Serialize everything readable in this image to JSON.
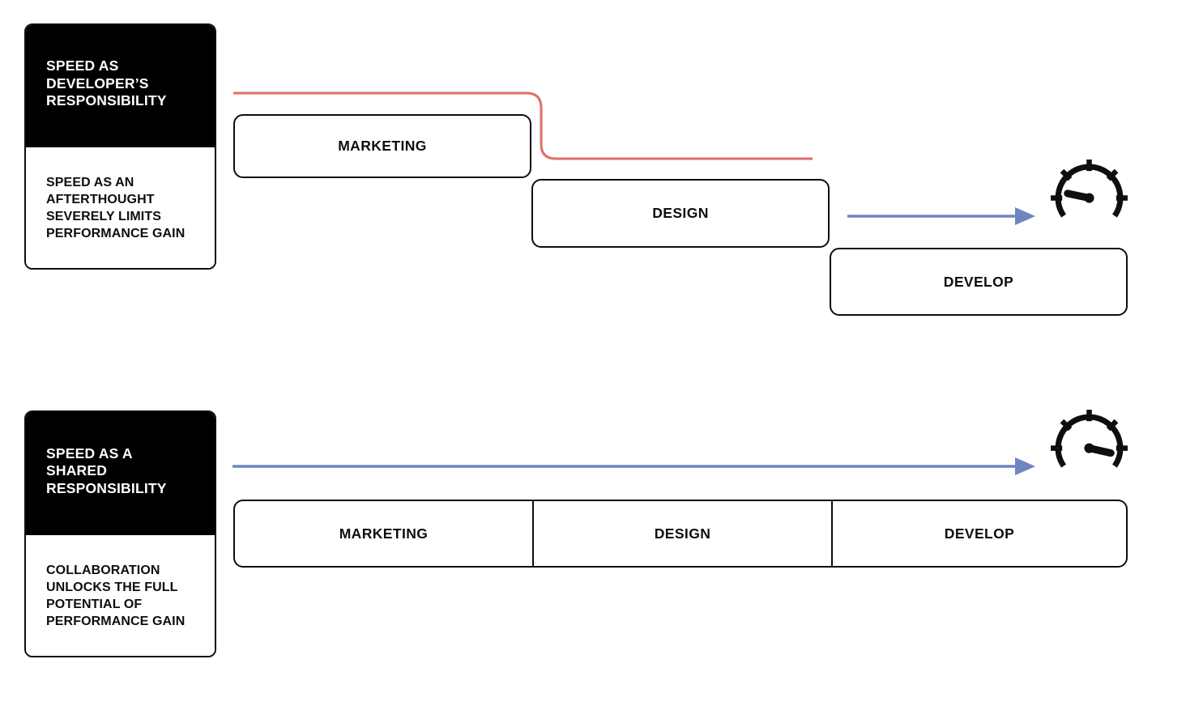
{
  "colors": {
    "line_red": "#df6e6a",
    "arrow_blue": "#6f85c1",
    "ink": "#0e0e0e",
    "card_header_bg": "#000000",
    "card_header_text": "#ffffff"
  },
  "icons": {
    "low_speed": "speedometer-low-icon",
    "high_speed": "speedometer-high-icon"
  },
  "sections": [
    {
      "name": "speed-as-developers-responsibility",
      "card": {
        "title": "SPEED AS\nDEVELOPER’S\nRESPONSIBILITY",
        "subtitle": "SPEED AS AN\nAFTERTHOUGHT\nSEVERELY LIMITS\nPERFORMANCE GAIN"
      },
      "stages": [
        {
          "label": "MARKETING"
        },
        {
          "label": "DESIGN"
        },
        {
          "label": "DEVELOP"
        }
      ],
      "result_icon": "speedometer-low-icon"
    },
    {
      "name": "speed-as-a-shared-responsibility",
      "card": {
        "title": "SPEED AS A\nSHARED\nRESPONSIBILITY",
        "subtitle": "COLLABORATION\nUNLOCKS THE FULL\nPOTENTIAL OF\nPERFORMANCE GAIN"
      },
      "stages": [
        {
          "label": "MARKETING"
        },
        {
          "label": "DESIGN"
        },
        {
          "label": "DEVELOP"
        }
      ],
      "result_icon": "speedometer-high-icon"
    }
  ]
}
